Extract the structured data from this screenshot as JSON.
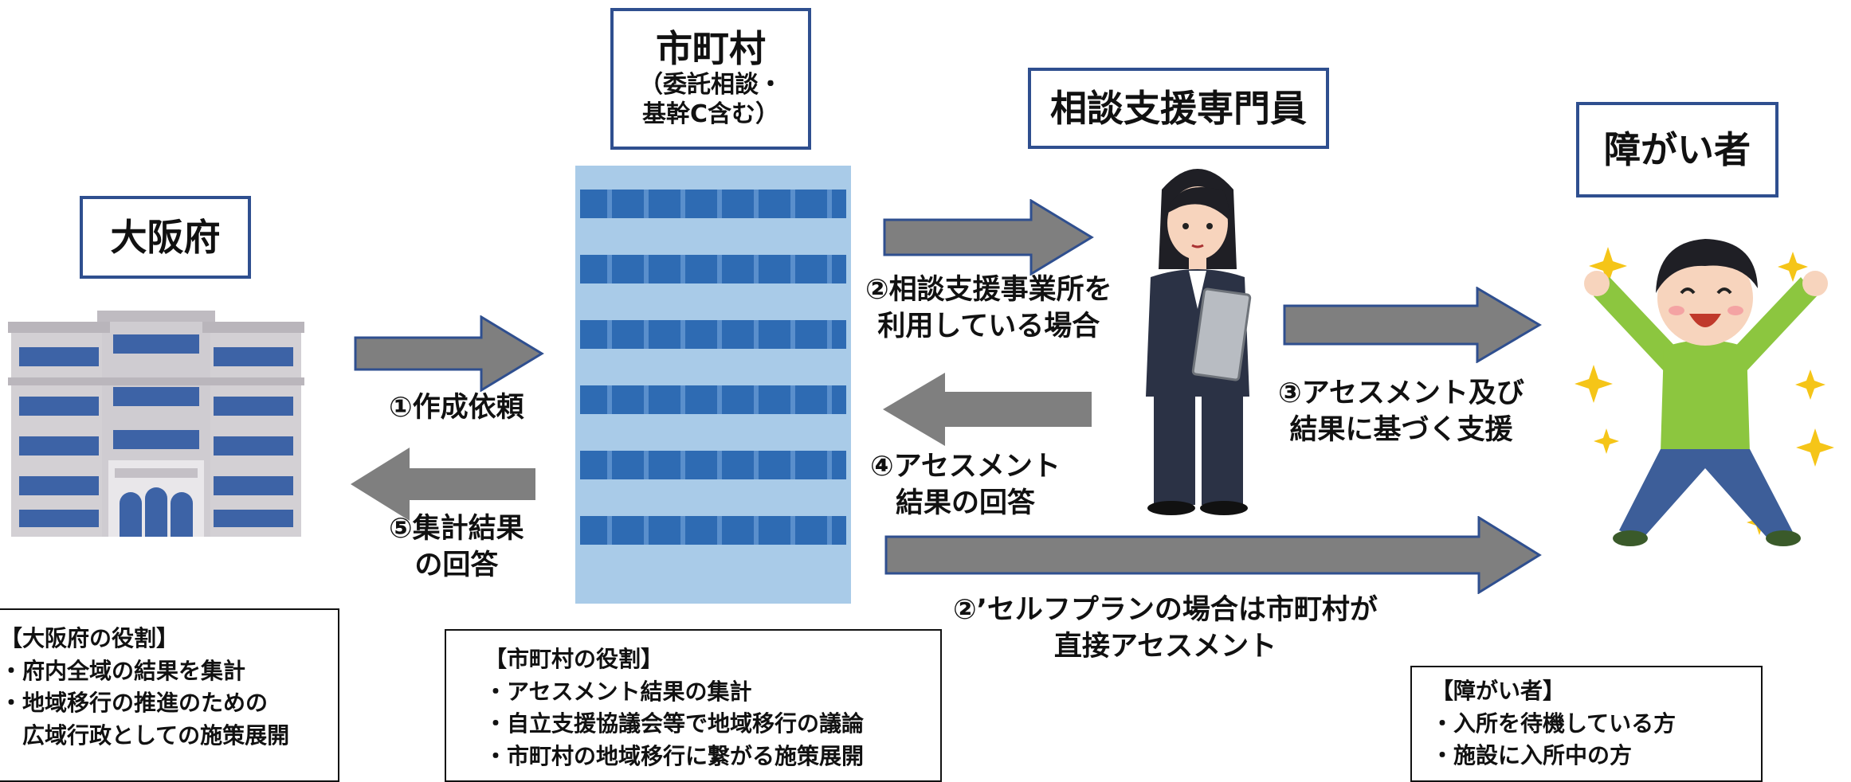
{
  "actors": {
    "osaka": {
      "title": "大阪府"
    },
    "municipality": {
      "title": "市町村",
      "subtitle_line1": "（委託相談・",
      "subtitle_line2": "基幹C含む）"
    },
    "specialist": {
      "title": "相談支援専門員"
    },
    "person": {
      "title": "障がい者"
    }
  },
  "steps": {
    "step1": "①作成依頼",
    "step2_line1": "②相談支援事業所を",
    "step2_line2": "利用している場合",
    "step3_line1": "③アセスメント及び",
    "step3_line2": "結果に基づく支援",
    "step4_line1": "④アセスメント",
    "step4_line2": "結果の回答",
    "step5_line1": "⑤集計結果",
    "step5_line2": "の回答",
    "step2b_line1": "②’セルフプランの場合は市町村が",
    "step2b_line2": "直接アセスメント"
  },
  "roles": {
    "osaka": {
      "heading": "【大阪府の役割】",
      "items": [
        "・府内全域の結果を集計",
        "・地域移行の推進のための",
        "　広域行政としての施策展開"
      ]
    },
    "municipality": {
      "heading": "【市町村の役割】",
      "items": [
        "・アセスメント結果の集計",
        "・自立支援協議会等で地域移行の議論",
        "・市町村の地域移行に繋がる施策展開"
      ]
    },
    "person": {
      "heading": "【障がい者】",
      "items": [
        "・入所を待機している方",
        "・施設に入所中の方"
      ]
    }
  },
  "colors": {
    "border_blue": "#2f4f8f",
    "arrow_gray": "#7f7f7f",
    "building_blue": "#2e6bb3",
    "building_light": "#a9cbe8"
  }
}
